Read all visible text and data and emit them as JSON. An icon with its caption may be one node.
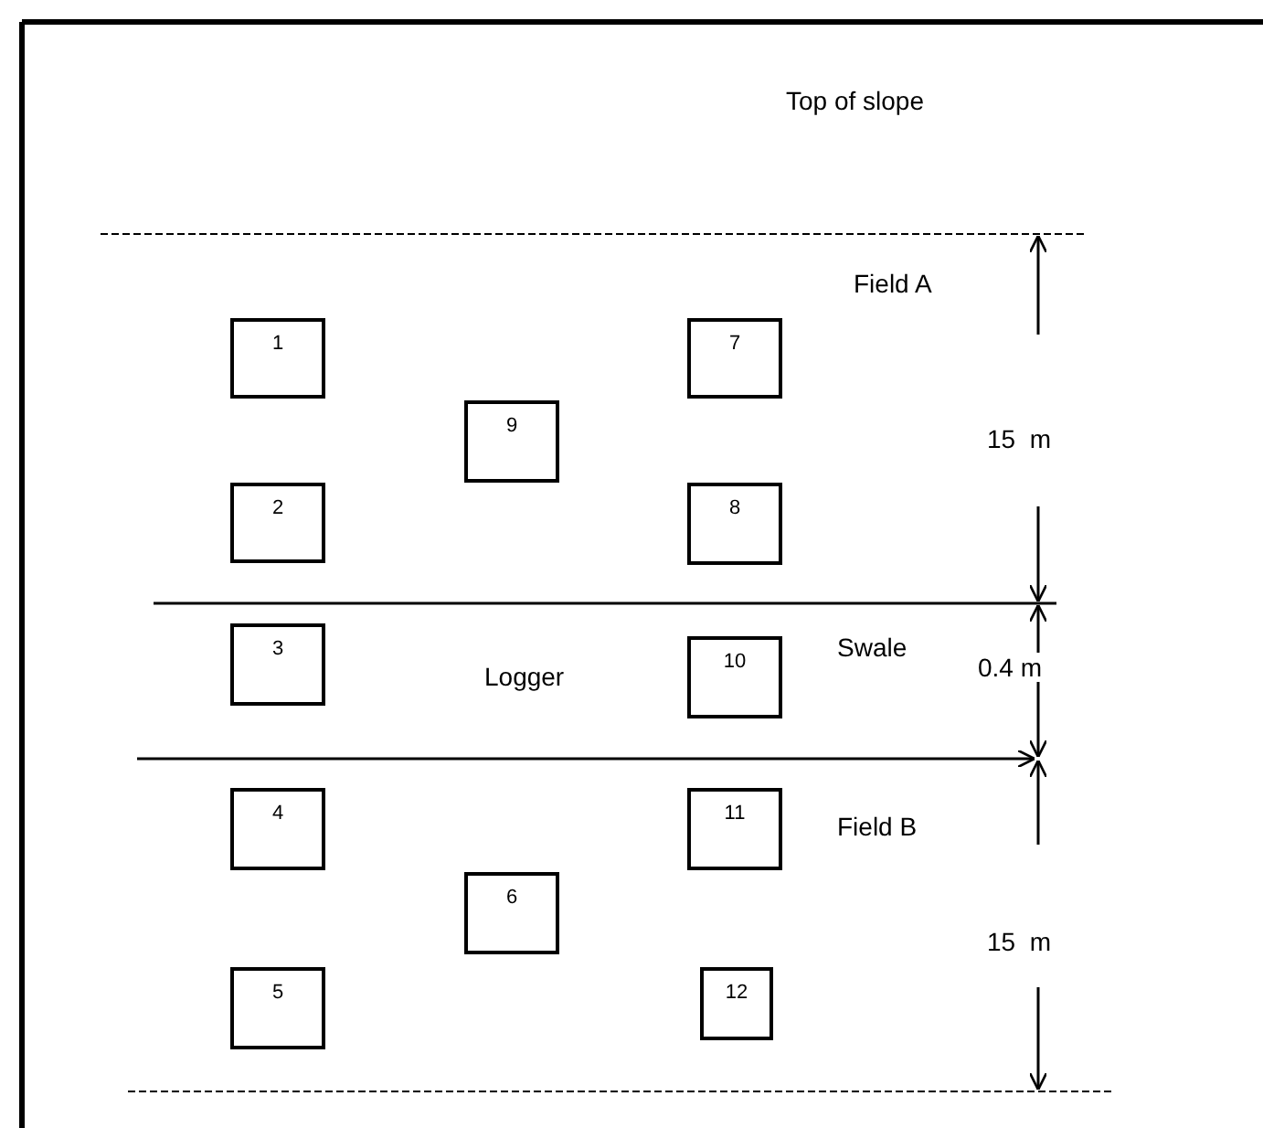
{
  "diagram": {
    "nodes": [
      {
        "text": [
          "1"
        ]
      },
      {
        "text": [
          "2"
        ]
      },
      {
        "text": [
          "3"
        ]
      },
      {
        "text": [
          "4"
        ]
      },
      {
        "text": [
          "5"
        ]
      },
      {
        "text": [
          "6"
        ]
      },
      {
        "text": [
          "7"
        ]
      },
      {
        "text": [
          "8"
        ]
      },
      {
        "text": [
          "9"
        ]
      },
      {
        "text": [
          "10"
        ]
      },
      {
        "text": [
          "11"
        ]
      },
      {
        "text": [
          "12"
        ]
      }
    ],
    "labels": [
      "Top of slope",
      "Field A",
      "15  m",
      "Swale",
      "Logger",
      "0.4 m",
      "Field B",
      "15  m"
    ]
  }
}
